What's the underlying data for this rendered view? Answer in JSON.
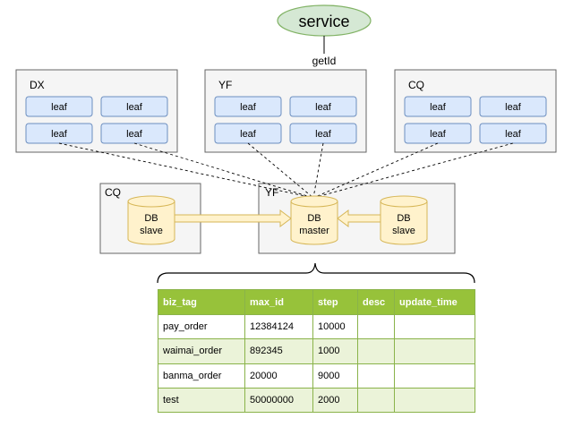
{
  "service": {
    "label": "service",
    "call_label": "getId"
  },
  "datacenters": [
    {
      "id": "dx",
      "label": "DX",
      "leaves": [
        "leaf",
        "leaf",
        "leaf",
        "leaf"
      ]
    },
    {
      "id": "yf",
      "label": "YF",
      "leaves": [
        "leaf",
        "leaf",
        "leaf",
        "leaf"
      ]
    },
    {
      "id": "cq",
      "label": "CQ",
      "leaves": [
        "leaf",
        "leaf",
        "leaf",
        "leaf"
      ]
    }
  ],
  "db_zones": {
    "cq": {
      "label": "CQ",
      "db_line1": "DB",
      "db_line2": "slave"
    },
    "yf": {
      "label": "YF",
      "master_line1": "DB",
      "master_line2": "master",
      "slave_line1": "DB",
      "slave_line2": "slave"
    }
  },
  "table": {
    "columns": [
      "biz_tag",
      "max_id",
      "step",
      "desc",
      "update_time"
    ],
    "rows": [
      [
        "pay_order",
        "12384124",
        "10000",
        "",
        ""
      ],
      [
        "waimai_order",
        "892345",
        "1000",
        "",
        ""
      ],
      [
        "banma_order",
        "20000",
        "9000",
        "",
        ""
      ],
      [
        "test",
        "50000000",
        "2000",
        "",
        ""
      ]
    ]
  },
  "colors": {
    "service_fill": "#d5e8d4",
    "service_stroke": "#82b366",
    "leaf_fill": "#dae8fc",
    "leaf_stroke": "#6c8ebf",
    "db_fill": "#fff2cc",
    "db_stroke": "#d6b656",
    "table_header": "#97c23a",
    "table_alt_row": "#ebf3d9"
  }
}
